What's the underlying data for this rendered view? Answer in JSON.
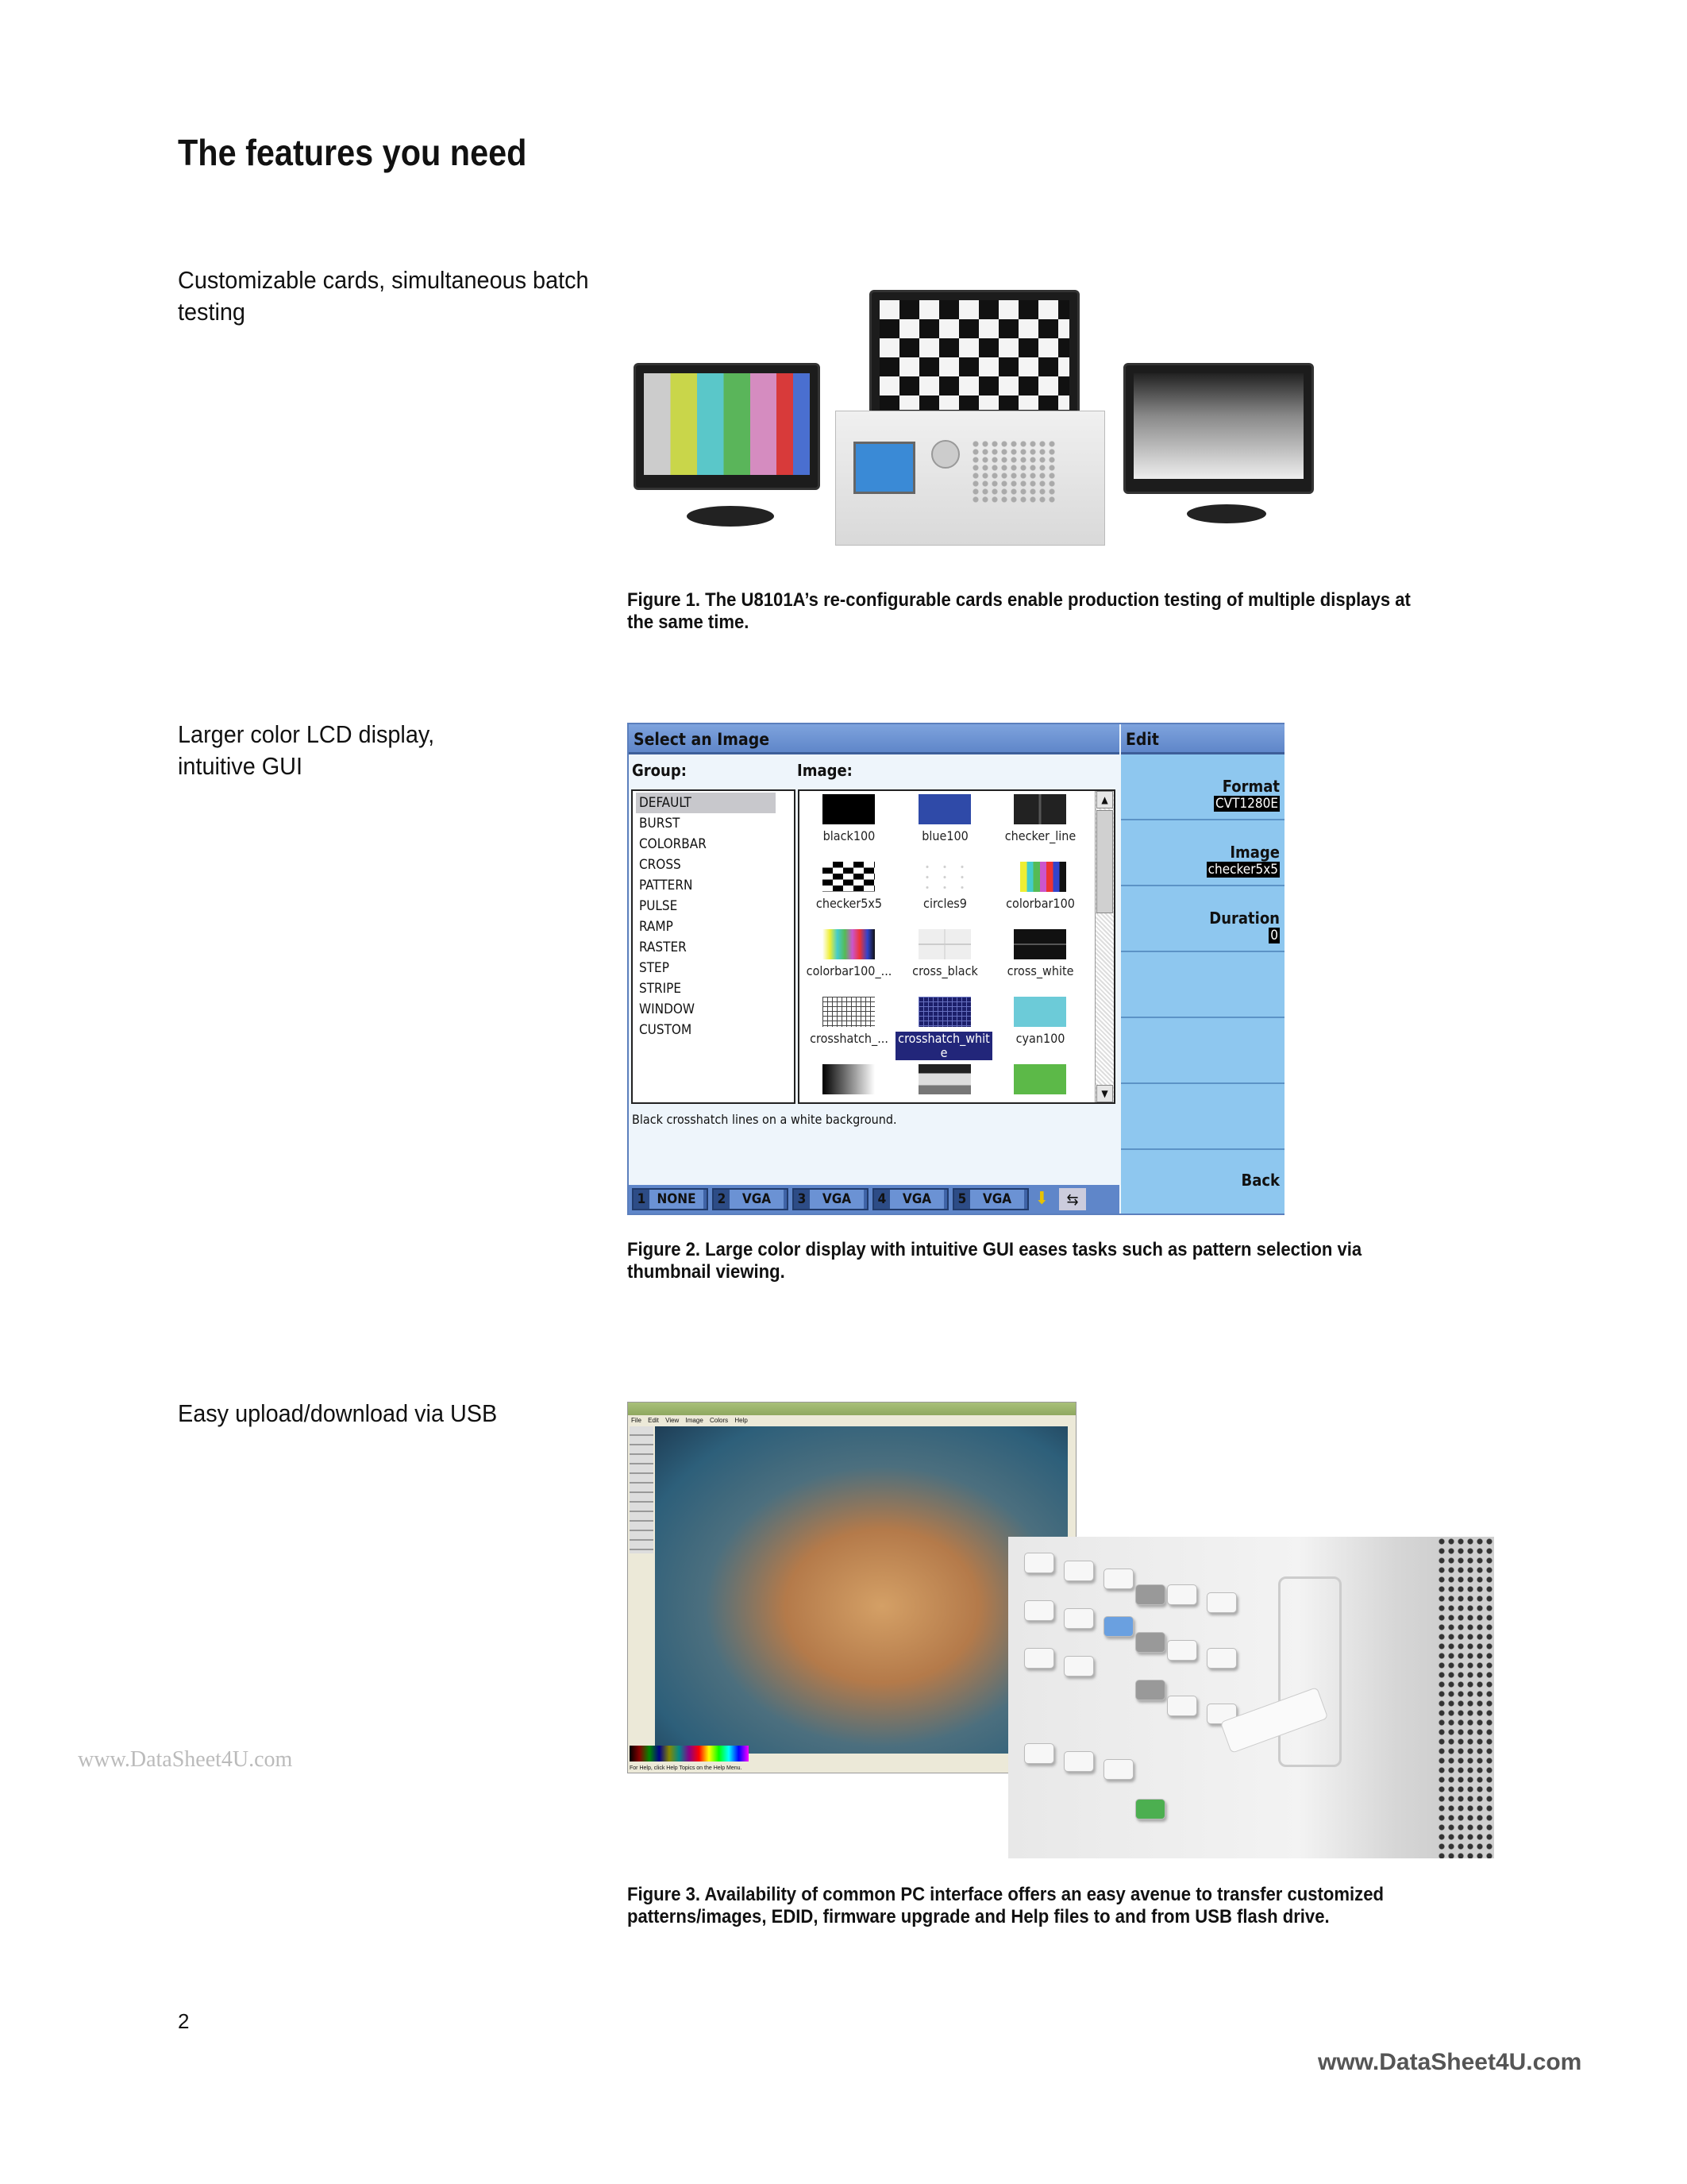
{
  "title": "The features you need",
  "sections": [
    {
      "heading": "Customizable cards, simultaneous batch testing",
      "caption": "Figure 1. The U8101A’s re-configurable cards enable production testing of multiple displays at the same time."
    },
    {
      "heading": "Larger color LCD display, intuitive GUI",
      "caption": "Figure 2. Large color display with intuitive GUI eases tasks such as pattern selection via thumbnail viewing."
    },
    {
      "heading": "Easy upload/download via USB",
      "caption": "Figure 3.  Availability of common PC interface offers an easy avenue to transfer customized patterns/images, EDID, firmware upgrade and Help files to and from USB flash drive."
    }
  ],
  "gui": {
    "header": "Select an Image",
    "group_label": "Group:",
    "image_label": "Image:",
    "groups": [
      "DEFAULT",
      "BURST",
      "COLORBAR",
      "CROSS",
      "PATTERN",
      "PULSE",
      "RAMP",
      "RASTER",
      "STEP",
      "STRIPE",
      "WINDOW",
      "CUSTOM"
    ],
    "selected_group": "DEFAULT",
    "images": [
      {
        "label": "black100",
        "kind": "black"
      },
      {
        "label": "blue100",
        "kind": "blue"
      },
      {
        "label": "checker_line",
        "kind": "checkerline"
      },
      {
        "label": "checker5x5",
        "kind": "checker"
      },
      {
        "label": "circles9",
        "kind": "circles"
      },
      {
        "label": "colorbar100",
        "kind": "colorbar"
      },
      {
        "label": "colorbar100_...",
        "kind": "colorbar2"
      },
      {
        "label": "cross_black",
        "kind": "crossblack"
      },
      {
        "label": "cross_white",
        "kind": "crosswhite"
      },
      {
        "label": "crosshatch_...",
        "kind": "hatch"
      },
      {
        "label": "crosshatch_white",
        "kind": "hatchwhite",
        "selected": true
      },
      {
        "label": "cyan100",
        "kind": "cyan"
      },
      {
        "label": "",
        "kind": "ramp"
      },
      {
        "label": "",
        "kind": "gray"
      },
      {
        "label": "",
        "kind": "green"
      }
    ],
    "description": "Black crosshatch lines on a white background.",
    "edit": {
      "header": "Edit",
      "format_label": "Format",
      "format_value": "CVT1280E",
      "image_label": "Image",
      "image_value": "checker5x5",
      "duration_label": "Duration",
      "duration_value": "0",
      "back_label": "Back"
    },
    "slots": [
      {
        "n": "1",
        "t": "NONE"
      },
      {
        "n": "2",
        "t": "VGA"
      },
      {
        "n": "3",
        "t": "VGA"
      },
      {
        "n": "4",
        "t": "VGA"
      },
      {
        "n": "5",
        "t": "VGA"
      }
    ],
    "colors": {
      "header": "#5f86c9",
      "edit_panel": "#8ec7ef",
      "selection": "#22267a"
    }
  },
  "paint": {
    "menu": "File Edit View Image Colors Help",
    "status": "For Help, click Help Topics on the Help Menu."
  },
  "page_number": "2",
  "watermark_left": "www.DataSheet4U.com",
  "watermark_right": "www.DataSheet4U.com"
}
